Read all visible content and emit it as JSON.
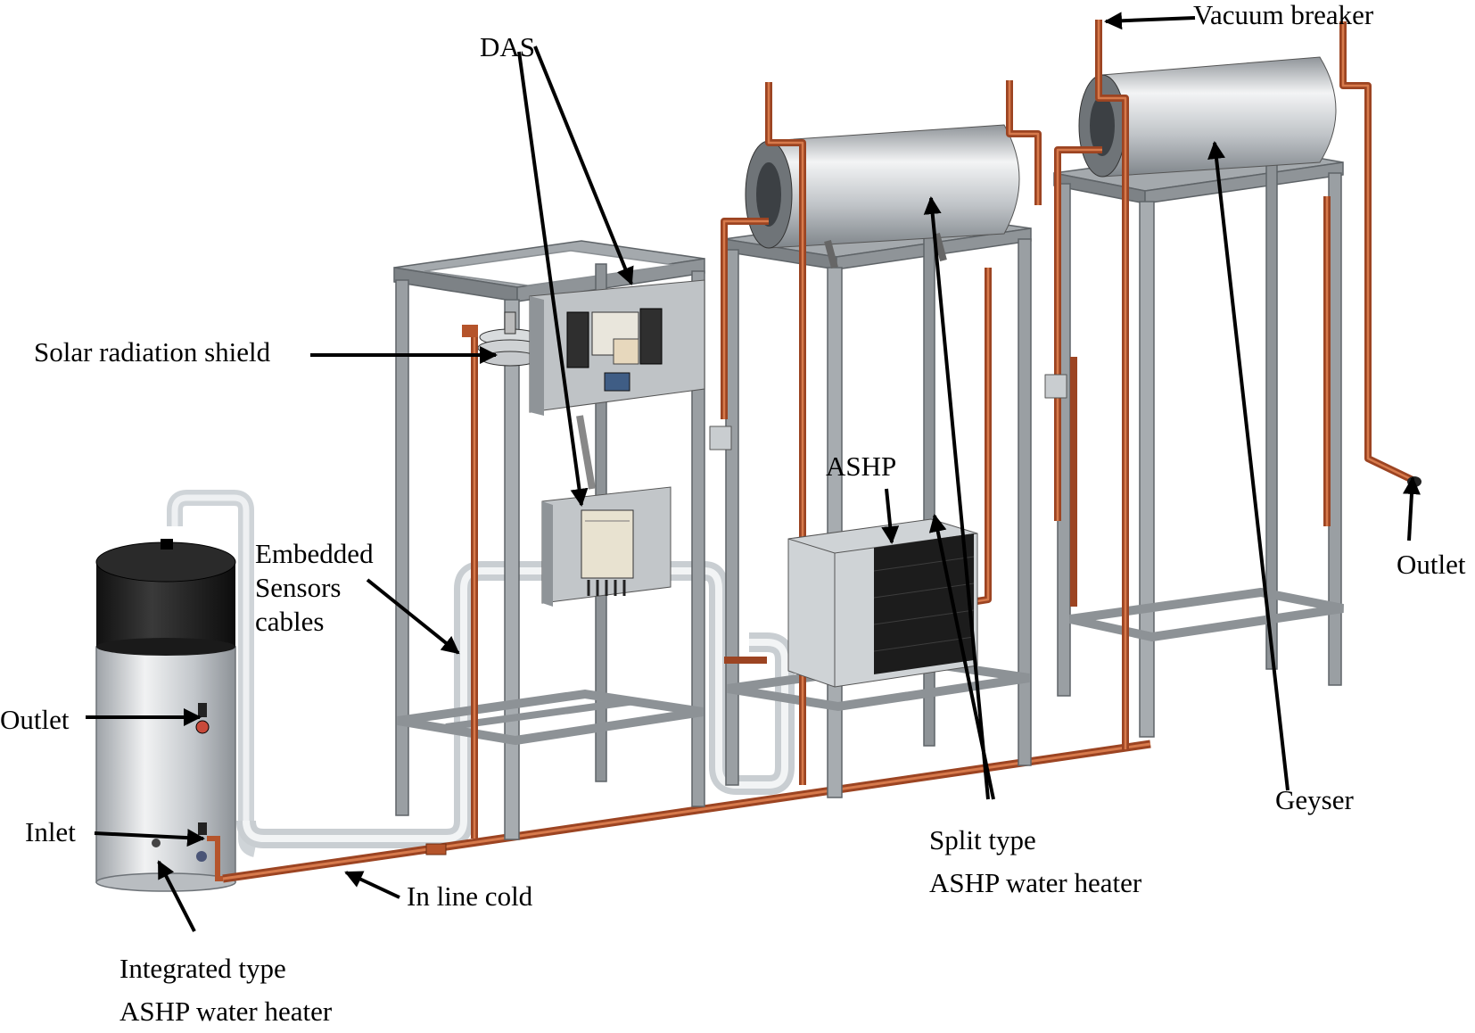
{
  "labels": {
    "vacuum_breaker": "Vacuum breaker",
    "das": "DAS",
    "solar_radiation_shield": "Solar radiation shield",
    "ashp": "ASHP",
    "embedded_line1": "Embedded",
    "embedded_line2": "Sensors",
    "embedded_line3": "cables",
    "outlet_left": "Outlet",
    "outlet_right": "Outlet",
    "inlet": "Inlet",
    "in_line_cold": "In line cold",
    "integrated_line1": "Integrated type",
    "integrated_line2": "ASHP water heater",
    "split_line1": "Split type",
    "split_line2": "ASHP water heater",
    "geyser": "Geyser"
  },
  "colors": {
    "copper_pipe": "#b5542b",
    "frame_steel": "#8f9499",
    "tank_silver": "#c9cdd1",
    "tank_cap": "#222222",
    "white_pipe": "#dfe3e6",
    "annotation": "#000000"
  }
}
